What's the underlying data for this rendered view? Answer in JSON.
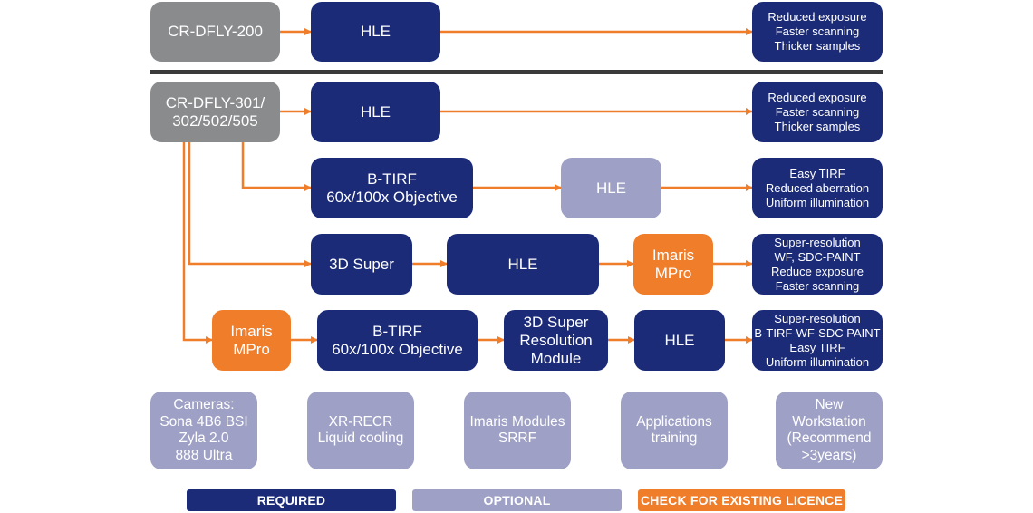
{
  "colors": {
    "required": "#1b2b78",
    "optional": "#9ea1c5",
    "licence": "#ef7d2a",
    "source": "#8a8b8d",
    "connector": "#ef7d2a",
    "divider": "#3a3a3a"
  },
  "section1": {
    "source": "CR-DFLY-200",
    "hle": "HLE",
    "benefits": "Reduced exposure\nFaster scanning\nThicker samples"
  },
  "section2": {
    "source": "CR-DFLY-301/\n302/502/505",
    "row1": {
      "hle": "HLE",
      "benefits": "Reduced exposure\nFaster scanning\nThicker samples"
    },
    "row2": {
      "btirf": "B-TIRF\n60x/100x Objective",
      "hle": "HLE",
      "benefits": "Easy TIRF\nReduced aberration\nUniform illumination"
    },
    "row3": {
      "super3d": "3D Super",
      "hle": "HLE",
      "imaris": "Imaris\nMPro",
      "benefits": "Super-resolution\nWF, SDC-PAINT\nReduce exposure\nFaster scanning"
    },
    "row4": {
      "imaris": "Imaris\nMPro",
      "btirf": "B-TIRF\n60x/100x Objective",
      "super3d": "3D Super\nResolution\nModule",
      "hle": "HLE",
      "benefits": "Super-resolution\nB-TIRF-WF-SDC PAINT\nEasy TIRF\nUniform illumination"
    }
  },
  "optional_items": [
    "Cameras:\nSona 4B6 BSI\nZyla 2.0\n888 Ultra",
    "XR-RECR\nLiquid cooling",
    "Imaris Modules\nSRRF",
    "Applications\ntraining",
    "New\nWorkstation\n(Recommend\n>3years)"
  ],
  "legend": {
    "required": "REQUIRED",
    "optional": "OPTIONAL",
    "licence": "CHECK FOR EXISTING LICENCE"
  }
}
